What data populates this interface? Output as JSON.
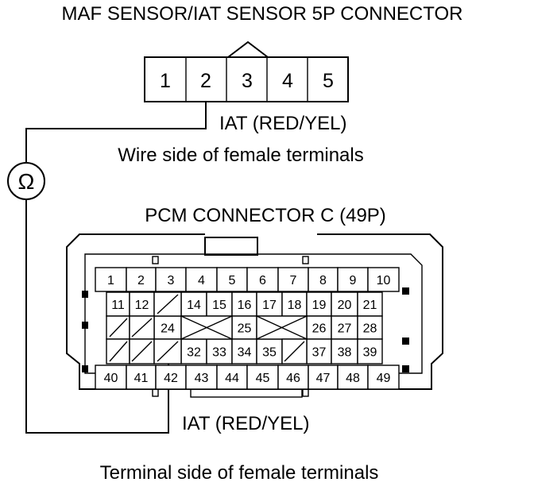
{
  "maf": {
    "title": "MAF SENSOR/IAT SENSOR 5P CONNECTOR",
    "pins": [
      "1",
      "2",
      "3",
      "4",
      "5"
    ],
    "wire_label": "IAT (RED/YEL)",
    "side_label": "Wire side of female terminals"
  },
  "meter": {
    "symbol": "Ω",
    "icon": "ohmmeter-icon"
  },
  "pcm": {
    "title": "PCM CONNECTOR C (49P)",
    "row1": [
      "1",
      "2",
      "3",
      "4",
      "5",
      "6",
      "7",
      "8",
      "9",
      "10"
    ],
    "row2": [
      "11",
      "12",
      "",
      "14",
      "15",
      "16",
      "17",
      "18",
      "19",
      "20",
      "21"
    ],
    "row3": [
      "",
      "",
      "24",
      "",
      "",
      "25",
      "",
      "",
      "26",
      "27",
      "28"
    ],
    "row4": [
      "",
      "",
      "",
      "32",
      "33",
      "34",
      "35",
      "",
      "37",
      "38",
      "39"
    ],
    "row5": [
      "40",
      "41",
      "42",
      "43",
      "44",
      "45",
      "46",
      "47",
      "48",
      "49"
    ],
    "wire_label": "IAT (RED/YEL)",
    "side_label": "Terminal side of female terminals"
  }
}
